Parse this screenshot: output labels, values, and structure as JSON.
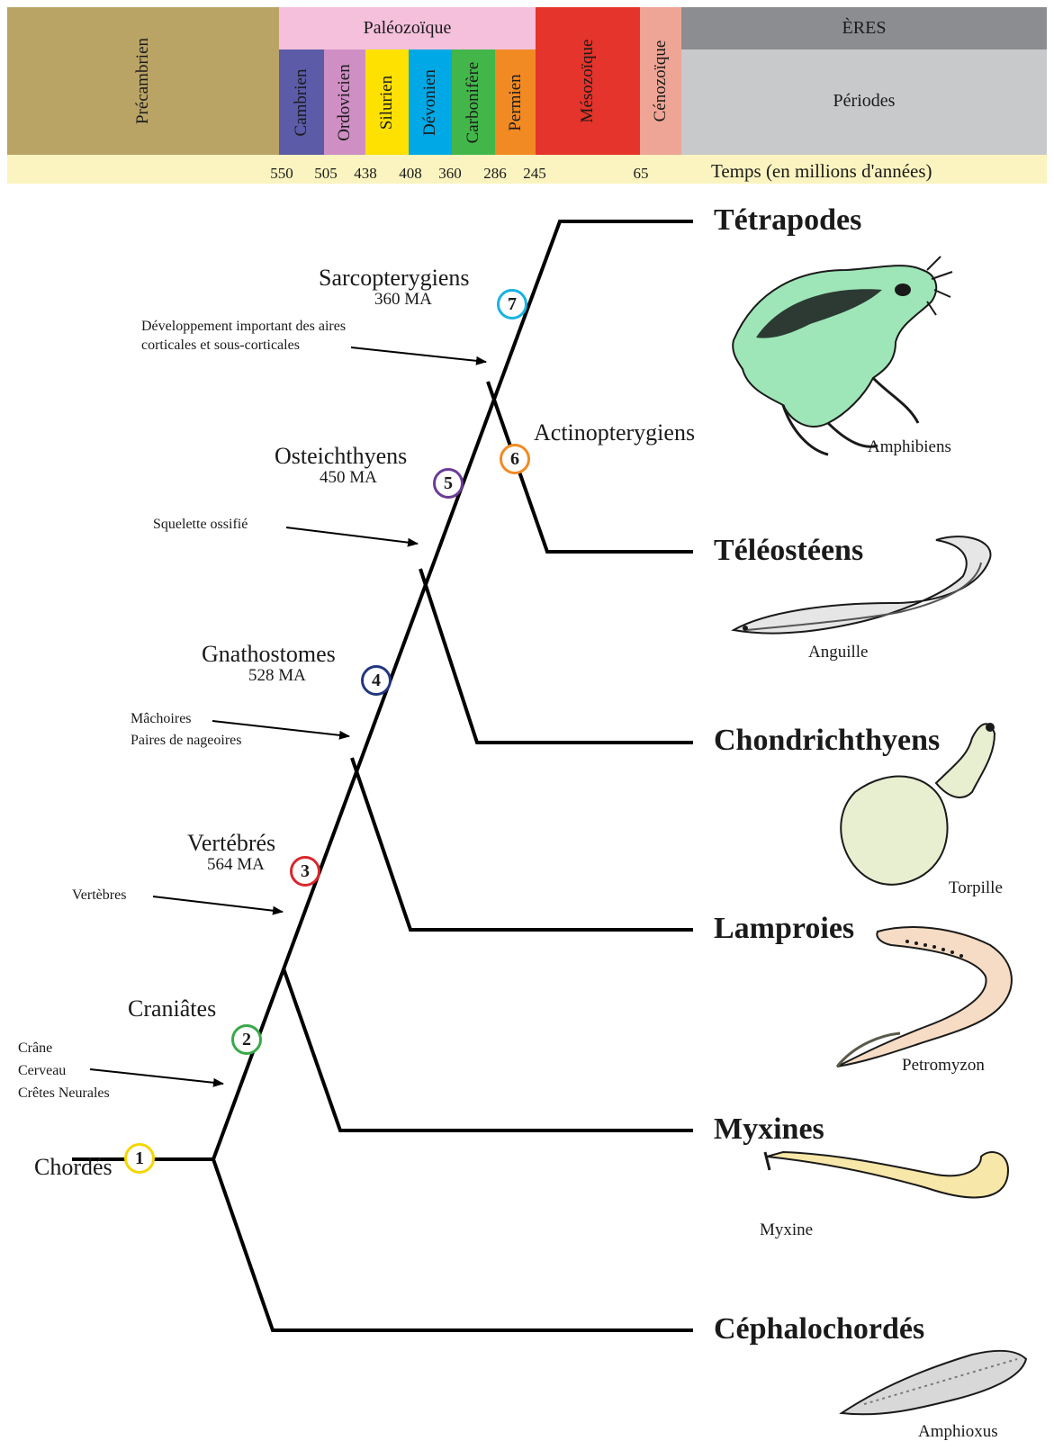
{
  "timescale": {
    "eras_label": "ÈRES",
    "periods_label": "Périodes",
    "time_label": "Temps (en millions d'années)",
    "precambrian": "Précambrien",
    "paleozoic": "Paléozoïque",
    "mesozoic": "Mésozoïque",
    "cenozoic": "Cénozoïque",
    "periods": [
      "Cambrien",
      "Ordovicien",
      "Silurien",
      "Dévonien",
      "Carbonifère",
      "Permien"
    ],
    "ticks": [
      "550",
      "505",
      "438",
      "408",
      "360",
      "286",
      "245",
      "65"
    ],
    "colors": {
      "precambrian": "#b9a466",
      "paleozoic": "#f4c0dc",
      "cambrian": "#5b5ba8",
      "ordovician": "#cf8fc4",
      "silurian": "#ffe100",
      "devonian": "#00a9e6",
      "carboniferous": "#43b649",
      "permian": "#f28a24",
      "mesozoic": "#e4342b",
      "cenozoic": "#efa595",
      "eras_header": "#8c8d90",
      "periods_box": "#c8c9cb",
      "time_row": "#fbf4c0"
    }
  },
  "nodes": [
    {
      "num": "1",
      "color": "#f4d600"
    },
    {
      "num": "2",
      "color": "#3aa849"
    },
    {
      "num": "3",
      "color": "#d8282d"
    },
    {
      "num": "4",
      "color": "#23377f"
    },
    {
      "num": "5",
      "color": "#6b3c97"
    },
    {
      "num": "6",
      "color": "#f28a24"
    },
    {
      "num": "7",
      "color": "#18b2e3"
    }
  ],
  "clades": {
    "chordes": "Chordés",
    "craniates": "Craniâtes",
    "vertebres": "Vertébrés",
    "vertebres_age": "564 MA",
    "gnathostomes": "Gnathostomes",
    "gnathostomes_age": "528 MA",
    "osteichthyens": "Osteichthyens",
    "osteichthyens_age": "450 MA",
    "sarcopterygiens": "Sarcopterygiens",
    "sarcopterygiens_age": "360 MA",
    "actinopterygiens": "Actinopterygiens"
  },
  "annotations": {
    "crane": "Crâne",
    "cerveau": "Cerveau",
    "cretes": "Crêtes Neurales",
    "vertebres": "Vertèbres",
    "machoires": "Mâchoires",
    "nageoires": "Paires de nageoires",
    "squelette": "Squelette ossifié",
    "cortex_1": "Développement important des aires",
    "cortex_2": "corticales et sous-corticales"
  },
  "taxa": {
    "tetrapodes": "Tétrapodes",
    "teleosteens": "Téléostéens",
    "chondrichthyens": "Chondrichthyens",
    "lamproies": "Lamproies",
    "myxines": "Myxines",
    "cephalochordes": "Céphalochordés"
  },
  "captions": {
    "amphibiens": "Amphibiens",
    "anguille": "Anguille",
    "torpille": "Torpille",
    "petromyzon": "Petromyzon",
    "myxine": "Myxine",
    "amphioxus": "Amphioxus"
  }
}
